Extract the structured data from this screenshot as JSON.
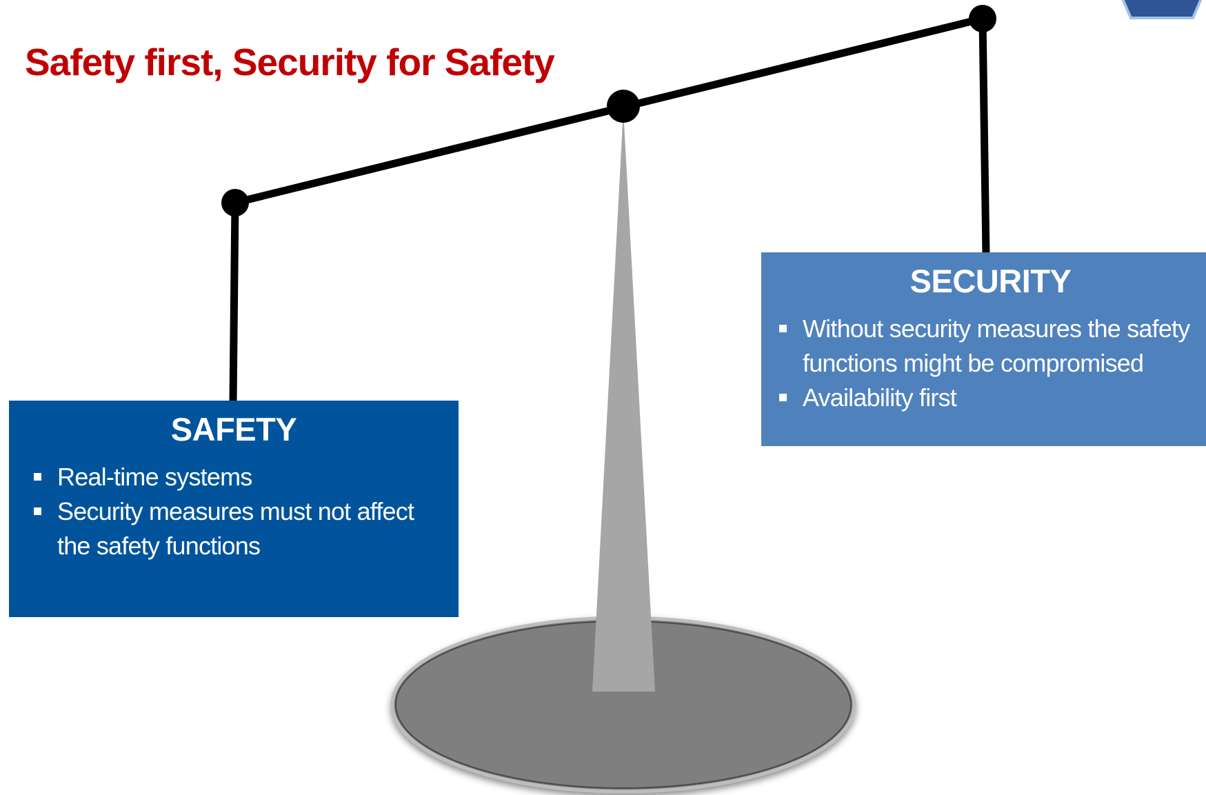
{
  "slide": {
    "title": "Safety first, Security for Safety"
  },
  "safety": {
    "heading": "SAFETY",
    "bullets": [
      "Real-time systems",
      "Security measures must not affect the safety functions"
    ],
    "color": "#01549b"
  },
  "security": {
    "heading": "SECURITY",
    "bullets": [
      "Without security measures the safety functions might be compromised",
      "Availability first"
    ],
    "color": "#4f81bd"
  },
  "diagram": {
    "type": "balance-scale",
    "tilt": "security side raised, safety side lowered",
    "beam_color": "#000000",
    "pillar_color": "#a6a6a6",
    "base_color": "#7f7f7f",
    "title_color": "#c00000",
    "corner_logo_color": "#2f5597"
  }
}
